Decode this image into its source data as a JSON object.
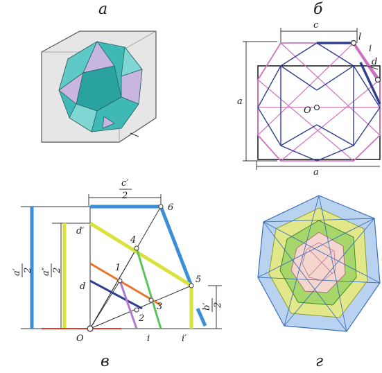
{
  "panels": {
    "a": {
      "label": "а"
    },
    "b": {
      "label": "б",
      "labels": {
        "c": "c",
        "a_top": "a",
        "a_bottom": "a",
        "O": "O",
        "l": "l",
        "i": "i",
        "d": "d"
      }
    },
    "v": {
      "label": "в",
      "labels": {
        "c_half_num": "c′",
        "c_half_den": "2",
        "a_half_num": "a′",
        "a_half_den": "2",
        "a2_half_num": "a″",
        "a2_half_den": "2",
        "b_half_num": "b′",
        "b_half_den": "2",
        "d_prime": "d′",
        "d": "d",
        "O": "O",
        "i": "i",
        "i_prime": "i′",
        "p1": "1",
        "p2": "2",
        "p3": "3",
        "p4": "4",
        "p5": "5",
        "p6": "6"
      }
    },
    "g": {
      "label": "г"
    }
  },
  "colors": {
    "teal": "#3fb9b6",
    "lavender": "#c9b6e0",
    "pink": "#d070c0",
    "navy": "#2f3f8f",
    "blue": "#3a8fd8",
    "yellow": "#d8e23a",
    "green": "#5cc35a",
    "orange": "#e8742a",
    "red": "#e03a2a",
    "violet": "#b07ad0"
  }
}
